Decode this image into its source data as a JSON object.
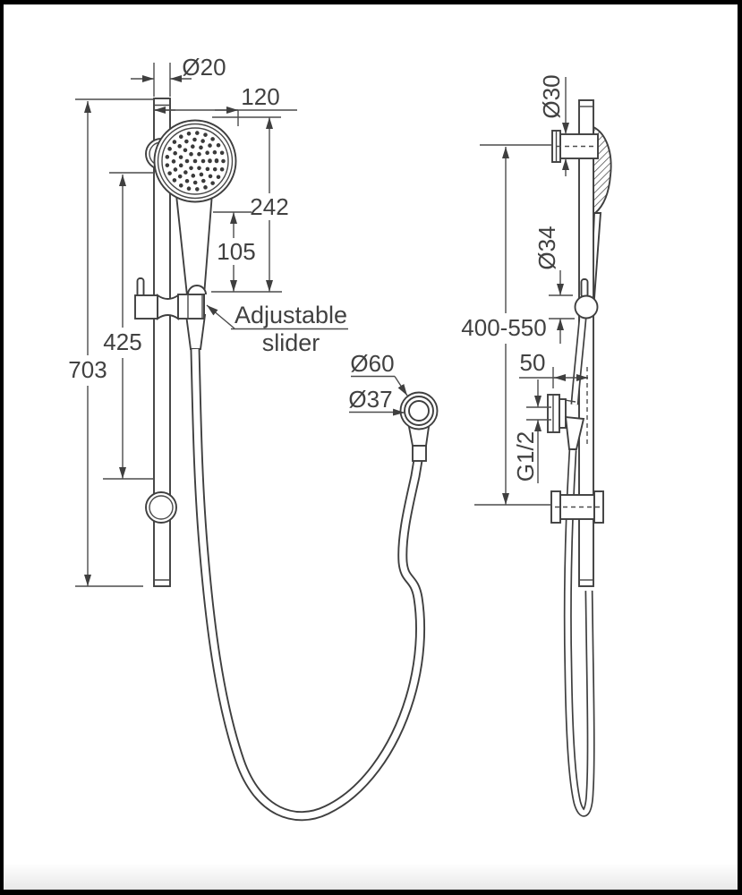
{
  "drawing": {
    "front_view": {
      "labels": {
        "rail_diameter": "Ø20",
        "head_width": "120",
        "head_to_slider": "242",
        "handle_to_slider": "105",
        "bracket_span": "425",
        "rail_length": "703",
        "slider_callout_line1": "Adjustable",
        "slider_callout_line2": "slider",
        "elbow_outer_diameter": "Ø60",
        "elbow_inner_diameter": "Ø37"
      }
    },
    "side_view": {
      "labels": {
        "bracket_diameter": "Ø30",
        "slider_knob_diameter": "Ø34",
        "adjustable_range": "400-550",
        "wall_offset": "50",
        "thread_size": "G1/2"
      }
    },
    "line_color": "#3f3f3f",
    "text_color": "#414141",
    "background_color": "#ffffff",
    "frame_color": "#000000"
  }
}
